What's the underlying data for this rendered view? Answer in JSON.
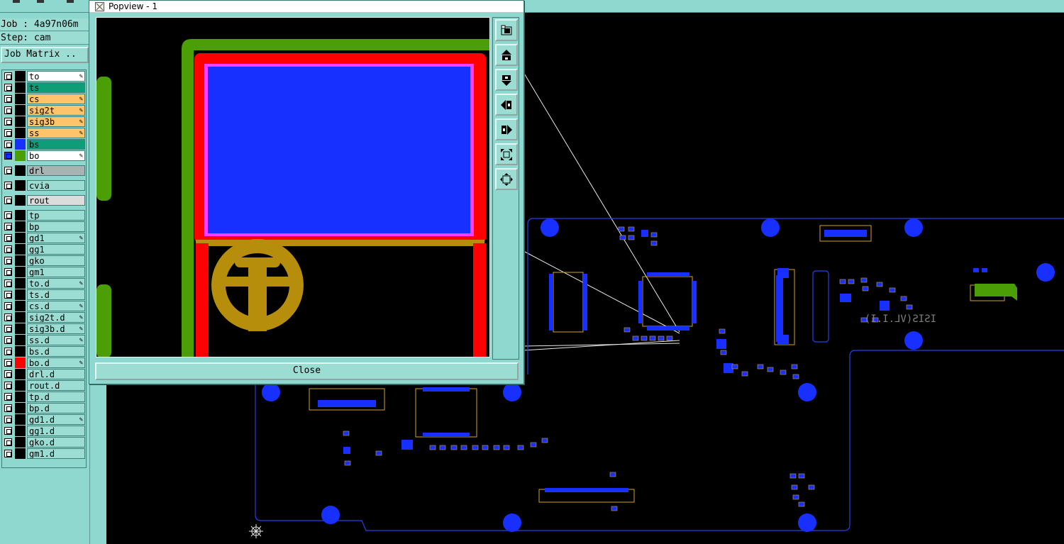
{
  "colors": {
    "panel": "#8ed8cf",
    "pcb_outline": "#2a3fe8",
    "pad_blue": "#1730ff",
    "silkscreen": "#d6a21e",
    "copper_red": "#ff0000",
    "copper_green": "#4c9e07",
    "magenta": "#ff3cff",
    "drill_gold": "#b78d0c"
  },
  "left_panel": {
    "job_label": "Job : 4a97n06m",
    "step_label": "Step: cam",
    "job_matrix_label": "Job Matrix ..",
    "layers": [
      {
        "name": "to",
        "swatch": "#000000",
        "bg": "#ffffff",
        "flag": "pencil-icon"
      },
      {
        "name": "ts",
        "swatch": "#000000",
        "bg": "#0f9d78",
        "flag": ""
      },
      {
        "name": "cs",
        "swatch": "#000000",
        "bg": "#ffc36b",
        "flag": "pencil-icon"
      },
      {
        "name": "sig2t",
        "swatch": "#000000",
        "bg": "#ffc36b",
        "flag": "pencil-icon"
      },
      {
        "name": "sig3b",
        "swatch": "#000000",
        "bg": "#ffc36b",
        "flag": "pencil-icon"
      },
      {
        "name": "ss",
        "swatch": "#000000",
        "bg": "#ffc36b",
        "flag": "pencil-icon"
      },
      {
        "name": "bs",
        "swatch": "#1730ff",
        "bg": "#0f9d78",
        "flag": ""
      },
      {
        "name": "bo",
        "swatch": "#4c9e07",
        "bg": "#ffffff",
        "flag": "pencil-icon"
      },
      {
        "name": "drl",
        "swatch": "#000000",
        "bg": "#a7b4b3",
        "flag": ""
      },
      {
        "name": "cvia",
        "swatch": "#000000",
        "bg": "#9bdcd3",
        "flag": ""
      },
      {
        "name": "rout",
        "swatch": "#000000",
        "bg": "#dcdcdc",
        "flag": ""
      },
      {
        "name": "tp",
        "swatch": "#000000",
        "bg": "#9bdcd3",
        "flag": ""
      },
      {
        "name": "bp",
        "swatch": "#000000",
        "bg": "#9bdcd3",
        "flag": ""
      },
      {
        "name": "gd1",
        "swatch": "#000000",
        "bg": "#9bdcd3",
        "flag": "pencil-icon"
      },
      {
        "name": "gg1",
        "swatch": "#000000",
        "bg": "#9bdcd3",
        "flag": ""
      },
      {
        "name": "gko",
        "swatch": "#000000",
        "bg": "#9bdcd3",
        "flag": ""
      },
      {
        "name": "gm1",
        "swatch": "#000000",
        "bg": "#9bdcd3",
        "flag": ""
      },
      {
        "name": "to.d",
        "swatch": "#000000",
        "bg": "#9bdcd3",
        "flag": "pencil-icon"
      },
      {
        "name": "ts.d",
        "swatch": "#000000",
        "bg": "#9bdcd3",
        "flag": ""
      },
      {
        "name": "cs.d",
        "swatch": "#000000",
        "bg": "#9bdcd3",
        "flag": "pencil-icon"
      },
      {
        "name": "sig2t.d",
        "swatch": "#000000",
        "bg": "#9bdcd3",
        "flag": "pencil-icon"
      },
      {
        "name": "sig3b.d",
        "swatch": "#000000",
        "bg": "#9bdcd3",
        "flag": "pencil-icon"
      },
      {
        "name": "ss.d",
        "swatch": "#000000",
        "bg": "#9bdcd3",
        "flag": "pencil-icon"
      },
      {
        "name": "bs.d",
        "swatch": "#000000",
        "bg": "#9bdcd3",
        "flag": ""
      },
      {
        "name": "bo.d",
        "swatch": "#ff0000",
        "bg": "#9bdcd3",
        "flag": "pencil-icon"
      },
      {
        "name": "drl.d",
        "swatch": "#000000",
        "bg": "#9bdcd3",
        "flag": ""
      },
      {
        "name": "rout.d",
        "swatch": "#000000",
        "bg": "#9bdcd3",
        "flag": ""
      },
      {
        "name": "tp.d",
        "swatch": "#000000",
        "bg": "#9bdcd3",
        "flag": ""
      },
      {
        "name": "bp.d",
        "swatch": "#000000",
        "bg": "#9bdcd3",
        "flag": ""
      },
      {
        "name": "gd1.d",
        "swatch": "#000000",
        "bg": "#9bdcd3",
        "flag": "pencil-icon"
      },
      {
        "name": "gg1.d",
        "swatch": "#000000",
        "bg": "#9bdcd3",
        "flag": ""
      },
      {
        "name": "gko.d",
        "swatch": "#000000",
        "bg": "#9bdcd3",
        "flag": ""
      },
      {
        "name": "gm1.d",
        "swatch": "#000000",
        "bg": "#9bdcd3",
        "flag": ""
      }
    ]
  },
  "popview": {
    "title": "Popview - 1",
    "close_label": "Close",
    "tools": [
      {
        "name": "zoom-fit-icon"
      },
      {
        "name": "pan-up-icon"
      },
      {
        "name": "pan-down-icon"
      },
      {
        "name": "pan-left-icon"
      },
      {
        "name": "pan-right-icon"
      },
      {
        "name": "zoom-in-icon"
      },
      {
        "name": "zoom-out-icon"
      }
    ]
  },
  "pcb": {
    "board_label": "ISIS(VL.I.I)"
  }
}
